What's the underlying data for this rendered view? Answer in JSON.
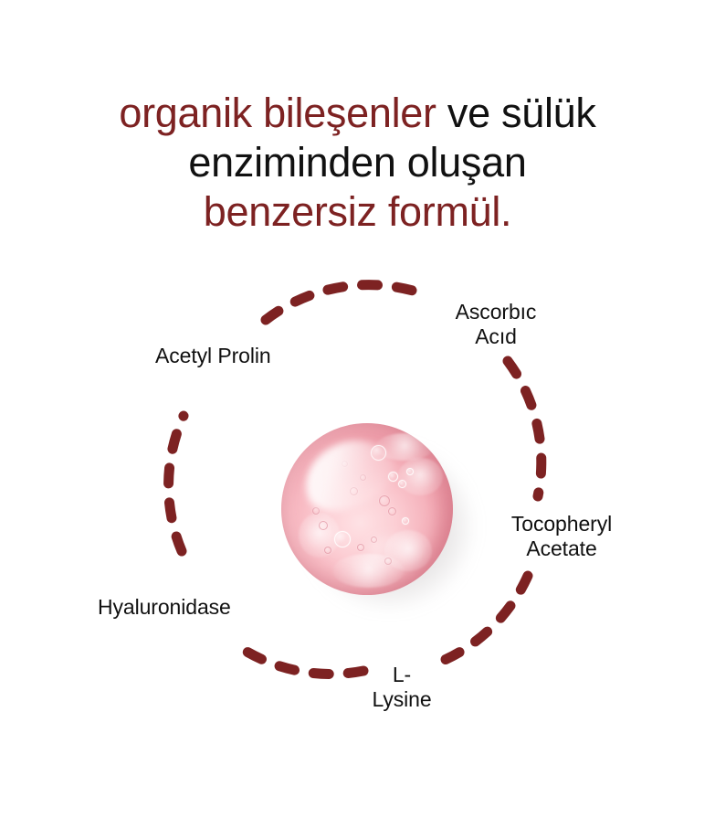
{
  "headline": {
    "lines": [
      {
        "segments": [
          {
            "text": "organik bileşenler",
            "color": "#7d2222"
          },
          {
            "text": " ve sülük",
            "color": "#111111"
          }
        ]
      },
      {
        "segments": [
          {
            "text": "enziminden oluşan",
            "color": "#111111"
          }
        ]
      },
      {
        "segments": [
          {
            "text": "benzersiz formül.",
            "color": "#7d2222"
          }
        ]
      }
    ],
    "full_text": "organik bileşenler ve sülük enziminden oluşan benzersiz formül.",
    "accent_color": "#7d2222",
    "plain_color": "#111111"
  },
  "diagram": {
    "ring_color": "#7d2222",
    "ring_style": "dashed-circle",
    "center_object": "pink-gel-droplet",
    "ingredients": [
      {
        "name": "acetyl-prolin",
        "label": "Acetyl Prolin",
        "position": "top-left"
      },
      {
        "name": "ascorbic-acid",
        "label": "Ascorbıc\nAcıd",
        "position": "top-right"
      },
      {
        "name": "tocopheryl-acetate",
        "label": "Tocopheryl\nAcetate",
        "position": "right"
      },
      {
        "name": "l-lysine",
        "label": "L-\nLysine",
        "position": "bottom"
      },
      {
        "name": "hyaluronidase",
        "label": "Hyaluronidase",
        "position": "bottom-left"
      }
    ]
  },
  "droplet": {
    "base_color": "#f0a8b4",
    "highlight_color": "#ffffff",
    "rim_color": "#c65467",
    "shadow_color": "#8a8184"
  }
}
